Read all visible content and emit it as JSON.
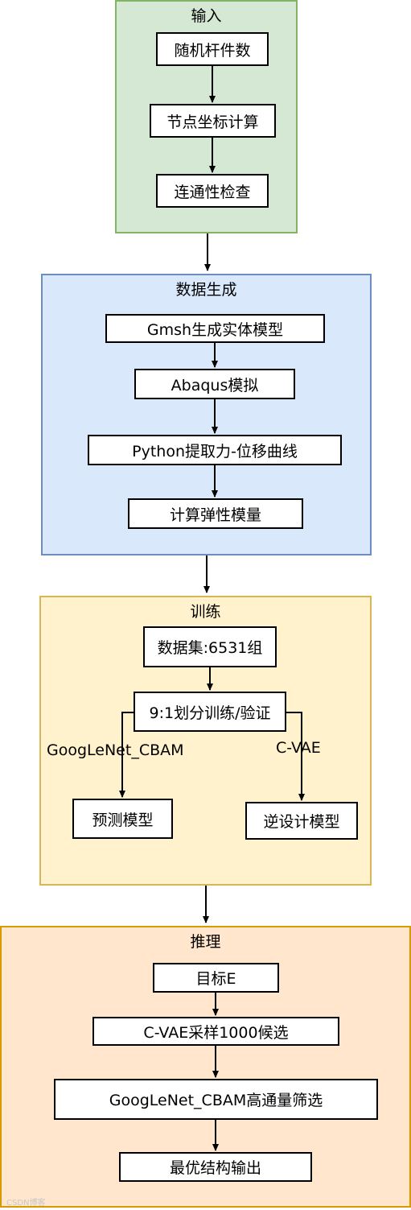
{
  "groups": {
    "input": {
      "title": "输入"
    },
    "generation": {
      "title": "数据生成"
    },
    "training": {
      "title": "训练"
    },
    "inference": {
      "title": "推理"
    }
  },
  "nodes": {
    "random_members": "随机杆件数",
    "node_coords": "节点坐标计算",
    "connectivity_check": "连通性检查",
    "gmsh_solid": "Gmsh生成实体模型",
    "abaqus_sim": "Abaqus模拟",
    "python_extract": "Python提取力-位移曲线",
    "elastic_modulus": "计算弹性模量",
    "dataset": "数据集:6531组",
    "split": "9:1划分训练/验证",
    "prediction_model": "预测模型",
    "inverse_model": "逆设计模型",
    "target_e": "目标E",
    "cvae_sampling": "C-VAE采样1000候选",
    "googlenet_screening": "GoogLeNet_CBAM高通量筛选",
    "optimal_output": "最优结构输出"
  },
  "edge_labels": {
    "left_branch": "GoogLeNet_CBAM",
    "right_branch": "C-VAE"
  },
  "watermark": "CSDN博客",
  "colors": {
    "input_fill": "#d5e8d4",
    "input_stroke": "#82b366",
    "generation_fill": "#dae8fc",
    "generation_stroke": "#6c8ebf",
    "training_fill": "#fff2cc",
    "training_stroke": "#d6b656",
    "inference_fill": "#ffe6cc",
    "inference_stroke": "#d79b00"
  }
}
